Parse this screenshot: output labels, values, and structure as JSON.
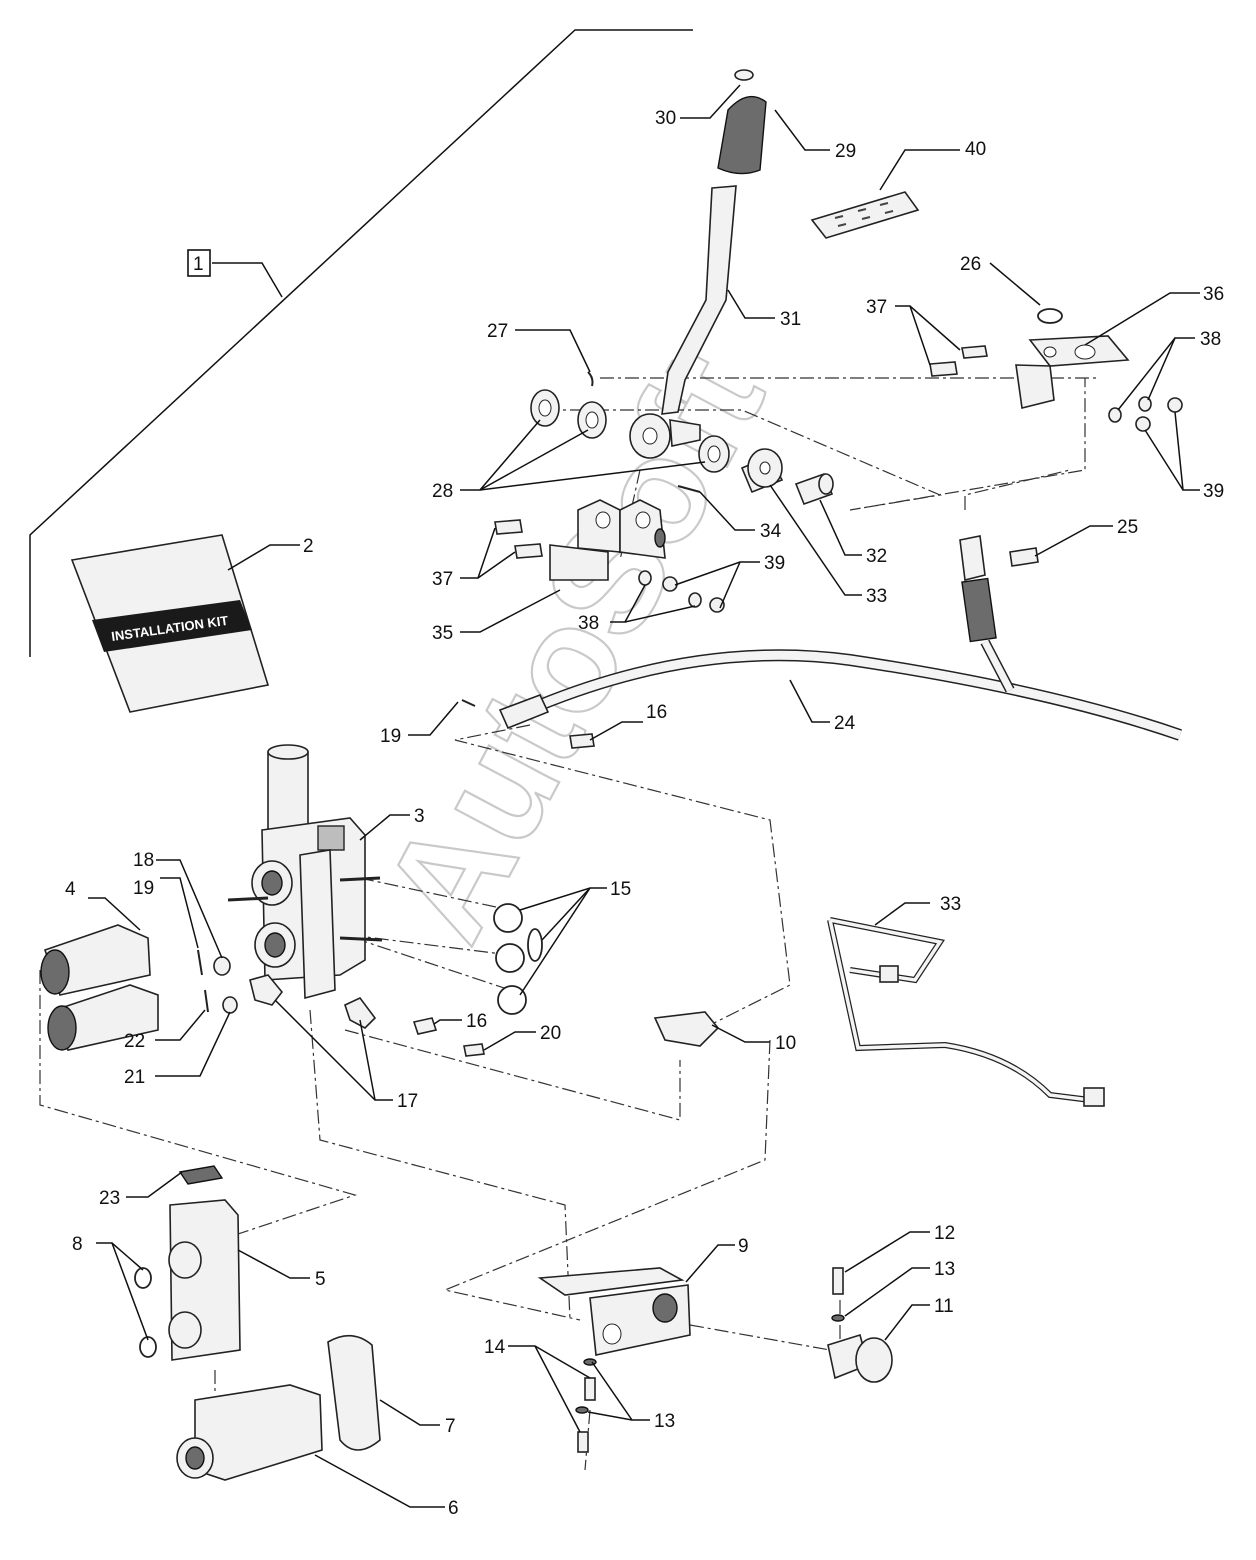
{
  "kit_label": "1",
  "booklet_text": "INSTALLATION KIT",
  "watermark": "AutoSoft",
  "callouts": {
    "c1": "1",
    "c2": "2",
    "c3": "3",
    "c4": "4",
    "c5": "5",
    "c6": "6",
    "c7": "7",
    "c8": "8",
    "c9": "9",
    "c10": "10",
    "c11": "11",
    "c12": "12",
    "c13a": "13",
    "c13b": "13",
    "c14": "14",
    "c15": "15",
    "c16a": "16",
    "c16b": "16",
    "c17": "17",
    "c18": "18",
    "c19a": "19",
    "c19b": "19",
    "c20": "20",
    "c21": "21",
    "c22": "22",
    "c23": "23",
    "c24": "24",
    "c25": "25",
    "c26": "26",
    "c27": "27",
    "c28": "28",
    "c29": "29",
    "c30": "30",
    "c31": "31",
    "c32": "32",
    "c33a": "33",
    "c33b": "33",
    "c34": "34",
    "c35": "35",
    "c36": "36",
    "c37a": "37",
    "c37b": "37",
    "c38a": "38",
    "c38b": "38",
    "c39a": "39",
    "c39b": "39",
    "c40": "40"
  }
}
